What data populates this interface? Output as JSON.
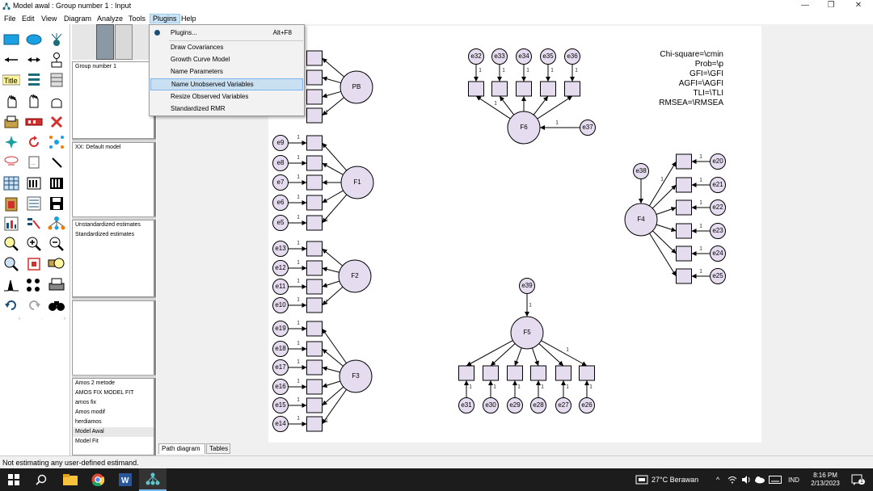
{
  "window": {
    "title": "Model awal : Group number 1 : Input"
  },
  "menu": [
    "File",
    "Edit",
    "View",
    "Diagram",
    "Analyze",
    "Tools",
    "Plugins",
    "Help"
  ],
  "plugins_menu": {
    "top_item": {
      "label": "Plugins...",
      "shortcut": "Alt+F8"
    },
    "items": [
      "Draw Covariances",
      "Growth Curve Model",
      "Name Parameters",
      "Name Unobserved Variables",
      "Resize Observed Variables",
      "Standardized RMR"
    ],
    "highlighted": "Name Unobserved Variables"
  },
  "panel": {
    "groups": [
      "Group number 1"
    ],
    "models": [
      "XX: Default model"
    ],
    "estimates": [
      "Unstandardized estimates",
      "Standardized estimates"
    ],
    "files": [
      "Amos 2 metode",
      "AMOS FIX MODEL FIT",
      "amos fix",
      "Amos modif",
      "herdiamos",
      "Model Awal",
      "Model Fit"
    ]
  },
  "tabs": [
    "Path diagram",
    "Tables"
  ],
  "status": "Not estimating any user-defined estimand.",
  "fit_text": [
    "Chi-square=\\cmin",
    "Prob=\\p",
    "GFI=\\GFI",
    "AGFI=\\AGFI",
    "TLI=\\TLI",
    "RMSEA=\\RMSEA"
  ],
  "diagram": {
    "latents": [
      "PB",
      "F1",
      "F2",
      "F3",
      "F4",
      "F5",
      "F6"
    ],
    "F1_errors": [
      "e9",
      "e8",
      "e7",
      "e6",
      "e5"
    ],
    "F2_errors": [
      "e13",
      "e12",
      "e11",
      "e10"
    ],
    "F3_errors": [
      "e19",
      "e18",
      "e17",
      "e16",
      "e15",
      "e14"
    ],
    "F6_errors": [
      "e32",
      "e33",
      "e34",
      "e35",
      "e36"
    ],
    "F6_resid": "e37",
    "F4_errors": [
      "e20",
      "e21",
      "e22",
      "e23",
      "e24",
      "e25"
    ],
    "F4_resid": "e38",
    "F5_errors": [
      "e31",
      "e30",
      "e29",
      "e28",
      "e27",
      "e26"
    ],
    "F5_resid": "e39",
    "weight_label": "1"
  },
  "taskbar": {
    "weather": "27°C Berawan",
    "lang": "IND",
    "time": "8:16 PM",
    "date": "2/13/2023",
    "notif": "1"
  },
  "colors": {
    "node_fill": "#e6dcef",
    "menu_highlight": "#c9e0f2",
    "taskbar": "#1c1c1c"
  }
}
